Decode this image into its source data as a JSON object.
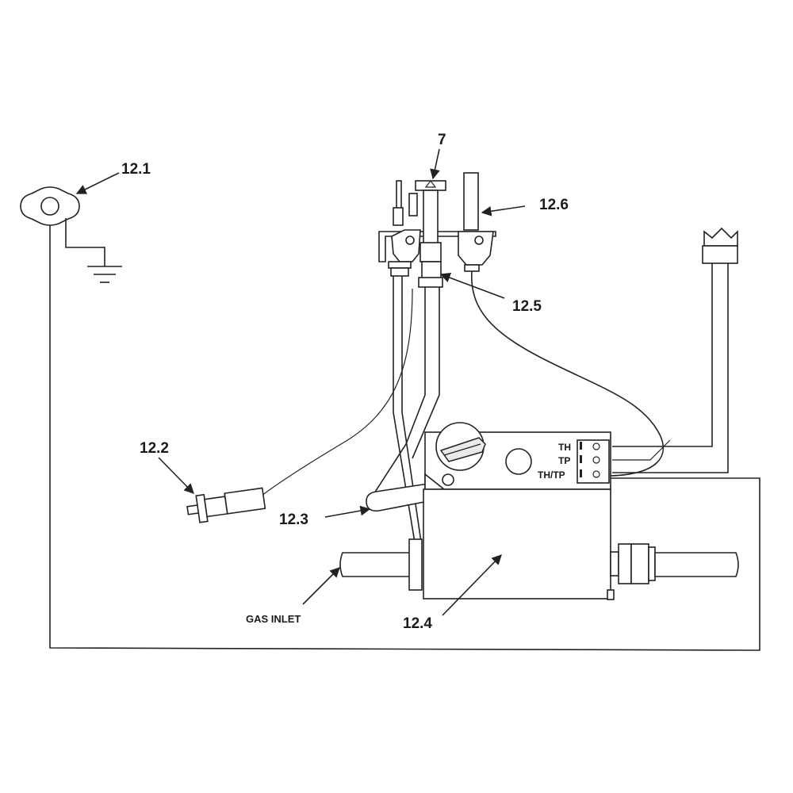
{
  "labels": {
    "part_7": "7",
    "part_12_1": "12.1",
    "part_12_2": "12.2",
    "part_12_3": "12.3",
    "part_12_4": "12.4",
    "part_12_5": "12.5",
    "part_12_6": "12.6",
    "gas_inlet": "GAS INLET"
  },
  "terminals": {
    "th": "TH",
    "tp": "TP",
    "th_tp": "TH/TP"
  },
  "colors": {
    "line": "#222222",
    "background": "#ffffff",
    "fill_light": "#e9e9e9"
  },
  "icons": {
    "ground": "ground-symbol-icon",
    "control_knob": "control-knob-icon"
  }
}
